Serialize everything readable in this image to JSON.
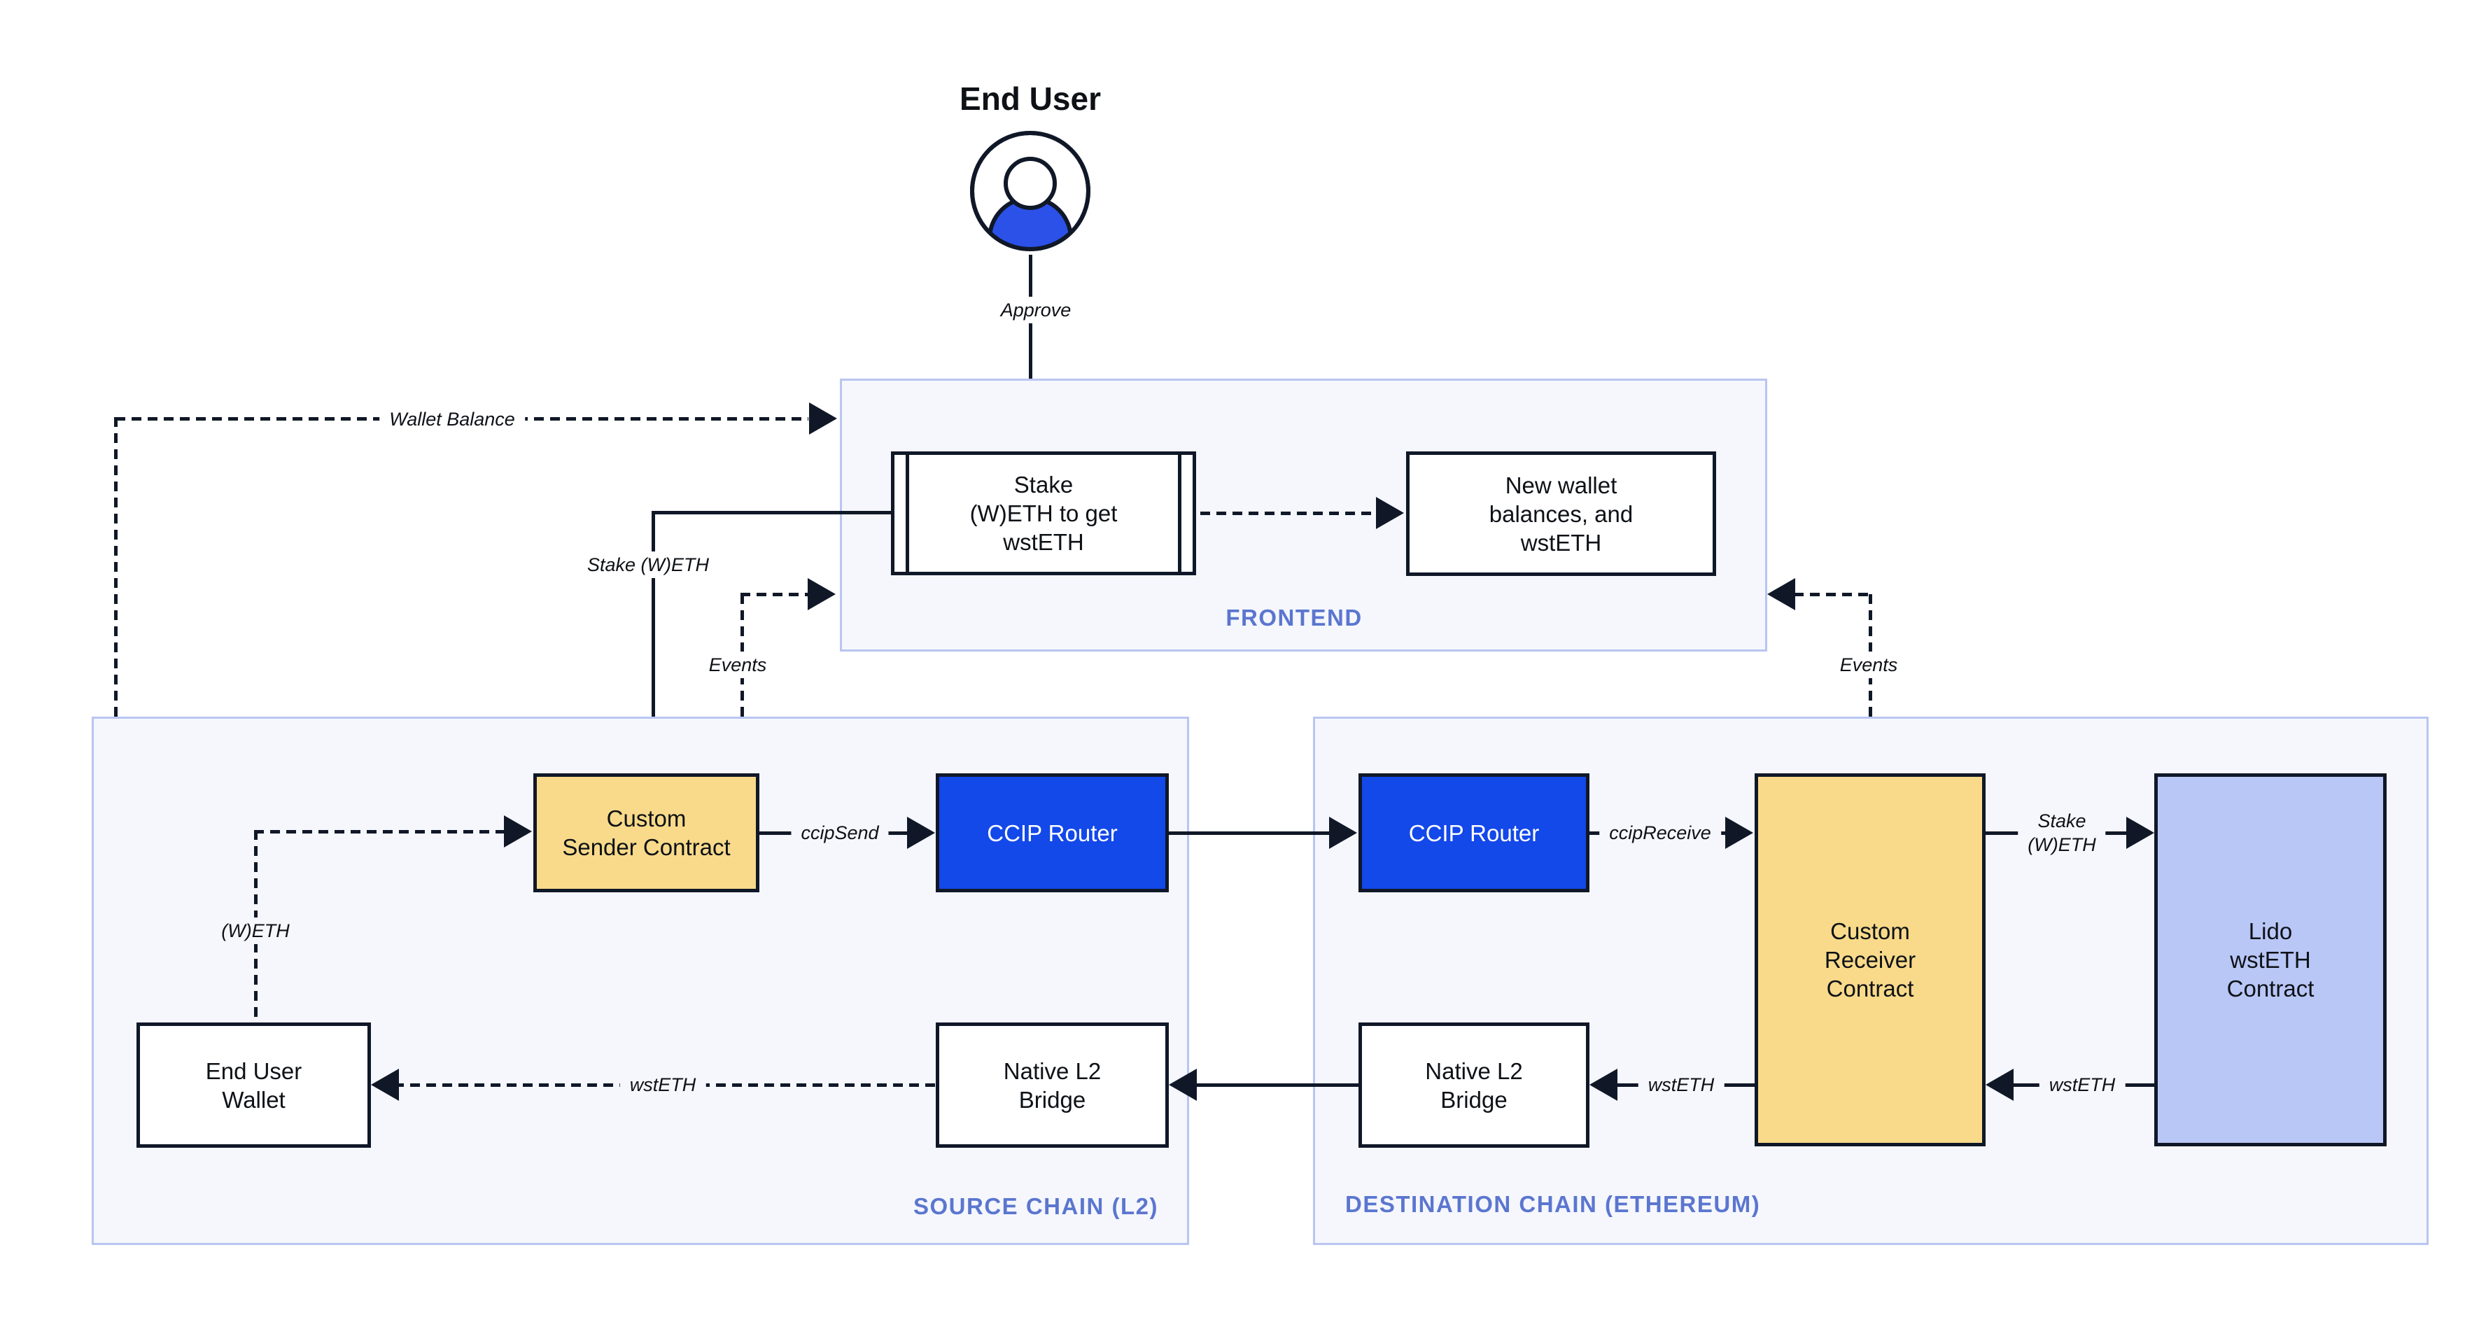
{
  "diagram_title": "End User",
  "actor": {
    "title": "End User",
    "icon": "user-avatar-icon"
  },
  "frontend": {
    "label": "FRONTEND",
    "stake_box": {
      "label": "Stake\n(W)ETH to get\nwstETH"
    },
    "new_wallet_box": {
      "label": "New wallet\nbalances, and\nwstETH"
    }
  },
  "source_chain": {
    "label": "SOURCE CHAIN (L2)",
    "sender": {
      "label": "Custom\nSender Contract"
    },
    "router": {
      "label": "CCIP Router"
    },
    "wallet": {
      "label": "End User\nWallet"
    },
    "bridge": {
      "label": "Native L2\nBridge"
    }
  },
  "destination_chain": {
    "label": "DESTINATION CHAIN (ETHEREUM)",
    "router": {
      "label": "CCIP Router"
    },
    "receiver": {
      "label": "Custom\nReceiver\nContract"
    },
    "lido": {
      "label": "Lido\nwstETH\nContract"
    },
    "bridge": {
      "label": "Native L2\nBridge"
    }
  },
  "edges": {
    "approve": "Approve",
    "wallet_balance": "Wallet Balance",
    "stake_weth": "Stake (W)ETH",
    "events_left": "Events",
    "events_right": "Events",
    "ccip_send": "ccipSend",
    "ccip_receive": "ccipReceive",
    "weth": "(W)ETH",
    "stake_weth_dest": "Stake\n(W)ETH",
    "wsteth_to_receiver": "wstETH",
    "wsteth_to_bridge": "wstETH",
    "wsteth_to_wallet": "wstETH"
  },
  "colors": {
    "line": "#101828",
    "contract_yellow": "#f8da8a",
    "ccip_blue": "#1348e9",
    "lido_lavender": "#b9c7f7",
    "container_fill": "#f5f7fd",
    "container_border": "#b9c5f1",
    "section_label_blue": "#5b76cf",
    "avatar_blue": "#2b51e8"
  }
}
